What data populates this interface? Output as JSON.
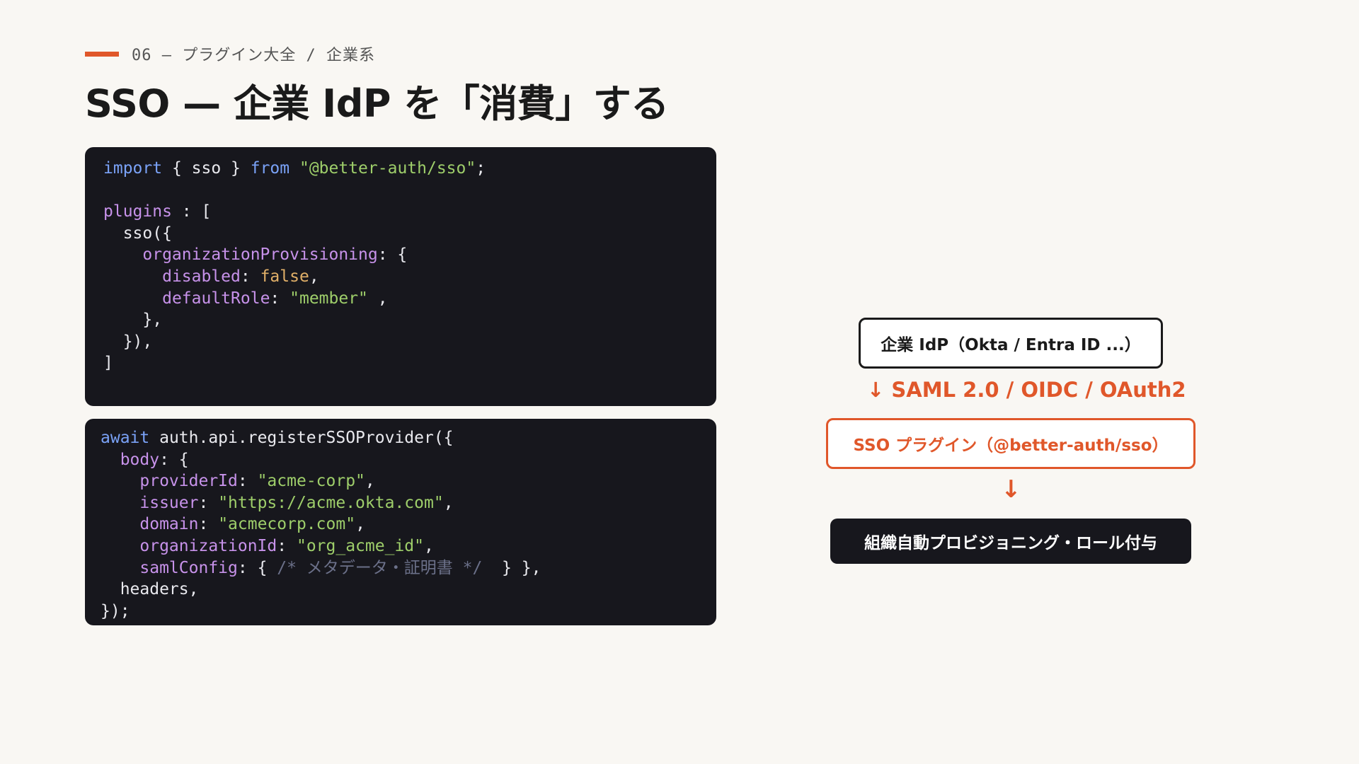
{
  "header": {
    "eyebrow": "06 — プラグイン大全 / 企業系",
    "title": "SSO — 企業 IdP を「消費」する"
  },
  "code_block_1": [
    "import { sso } from \"@better-auth/sso\";",
    "",
    "plugins : [",
    "  sso({",
    "    organizationProvisioning: {",
    "      disabled: false,",
    "      defaultRole: \"member\" ,",
    "    },",
    "  }),",
    "]"
  ],
  "code_block_2": [
    "await auth.api.registerSSOProvider({",
    "  body: {",
    "    providerId: \"acme-corp\",",
    "    issuer: \"https://acme.okta.com\",",
    "    domain: \"acmecorp.com\",",
    "    organizationId: \"org_acme_id\",",
    "    samlConfig: { /* メタデータ・証明書 */  } },",
    "  headers,",
    "});"
  ],
  "flow": {
    "idp_label": "企業 IdP（Okta / Entra ID ...）",
    "protocol_arrow": "↓",
    "protocol_label": "SAML 2.0 / OIDC / OAuth2",
    "plugin_label": "SSO プラグイン（@better-auth/sso）",
    "plugin_arrow": "↓",
    "result_label": "組織自動プロビジョニング・ロール付与"
  },
  "colors": {
    "accent": "#e0572a",
    "code_bg": "#17171d",
    "background": "#f9f7f3",
    "keyword": "#7aa2f7",
    "string": "#9ece6a",
    "property": "#c792ea",
    "boolean": "#e0af68",
    "comment": "#6b7089"
  }
}
